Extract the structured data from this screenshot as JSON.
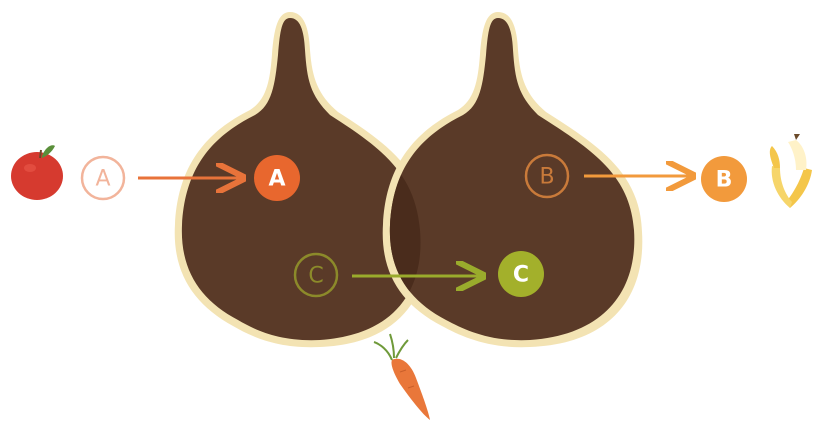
{
  "labels": {
    "apple_outline": "A",
    "apple_filled": "A",
    "banana_outline": "B",
    "banana_filled": "B",
    "carrot_outline": "C",
    "carrot_filled": "C"
  },
  "colors": {
    "background": "#ffffff",
    "body": "#5a3a28",
    "body_overlap": "#4a2c1c",
    "outline": "#f3e3b3",
    "apple_label": "#e8672e",
    "apple_outline_label": "#f2b49b",
    "banana_label": "#f29a3c",
    "banana_outline_label": "#c97a3a",
    "carrot_label": "#a3b02b",
    "carrot_outline_label": "#8c8a2a",
    "arrow_apple": "#e8733a",
    "arrow_banana": "#f29a3c",
    "arrow_carrot": "#9aab2c"
  },
  "icons": [
    "apple-icon",
    "banana-icon",
    "carrot-icon"
  ]
}
